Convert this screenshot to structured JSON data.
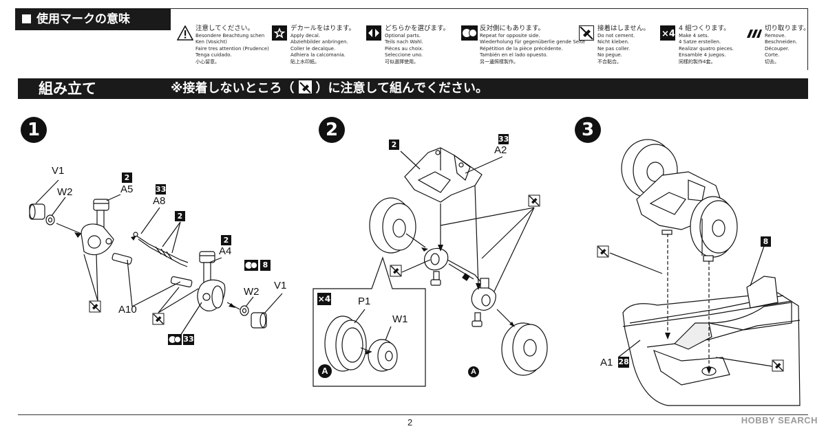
{
  "legend": {
    "title": "使用マークの意味",
    "items": [
      {
        "icon": "caution-triangle-icon",
        "jp": "注意してください。",
        "lines": [
          "Besondere Beachtung schen",
          "Ken (Vosicht)",
          "Faire tres attention (Prudence)",
          "Tenga cuidado.",
          "小心留意。"
        ]
      },
      {
        "icon": "decal-star-icon",
        "jp": "デカールをはります。",
        "lines": [
          "Apply decal.",
          "Abziehbilder anbringen.",
          "Coller le decalque.",
          "Adhiera la calcomania.",
          "貼上水印紙。"
        ]
      },
      {
        "icon": "optional-parts-icon",
        "jp": "どちらかを選びます。",
        "lines": [
          "Optional parts.",
          "Teils nach Wahl.",
          "Pièces au choix.",
          "Seleccione uno.",
          "可似選擇使用。"
        ]
      },
      {
        "icon": "opposite-side-icon",
        "jp": "反対側にもあります。",
        "lines": [
          "Repeat for opposite side.",
          "Wiederholung für gegenüberlie gende Seite",
          "Répétition de la pièce précédente.",
          "También en el lado opuesto.",
          "另一邊照樣製作。"
        ]
      },
      {
        "icon": "no-cement-icon",
        "jp": "接着はしません。",
        "lines": [
          "Do not cement.",
          "Nicht kleben.",
          "Ne pas coller.",
          "No pegue.",
          "不合黏合。"
        ]
      },
      {
        "icon": "make-four-icon",
        "jp": "4 組つくります。",
        "lines": [
          "Make 4 sets.",
          "4 Satze erstellen.",
          "Realizar quatro pieces.",
          "Ensamble 4 juegos.",
          "同樣的製作4套。"
        ]
      },
      {
        "icon": "remove-cut-icon",
        "jp": "切り取ります。",
        "lines": [
          "Remove.",
          "Beschneiden.",
          "Découper.",
          "Corte.",
          "切去。"
        ]
      }
    ]
  },
  "assembly": {
    "title": "組み立て",
    "note_prefix": "※接着しないところ（",
    "note_suffix": "）に注意して組んでください。"
  },
  "steps": [
    {
      "number": "1",
      "labels": {
        "v1a": "V1",
        "w2a": "W2",
        "a5": "A5",
        "a8": "A8",
        "a4": "A4",
        "a10": "A10",
        "w2b": "W2",
        "v1b": "V1"
      },
      "boxes": {
        "a5": "2",
        "a8": "33",
        "rod": "2",
        "a4": "2",
        "opp1": "8",
        "opp2": "33"
      }
    },
    {
      "number": "2",
      "labels": {
        "a2": "A2",
        "p1": "P1",
        "w1": "W1",
        "x4": "×4",
        "circle_a1": "A",
        "circle_a2": "A"
      },
      "boxes": {
        "top": "2",
        "a2": "33"
      }
    },
    {
      "number": "3",
      "labels": {
        "a1": "A1"
      },
      "boxes": {
        "a1": "28",
        "side": "8"
      }
    }
  ],
  "footer": {
    "page_number": "2",
    "watermark": "HOBBY SEARCH"
  }
}
